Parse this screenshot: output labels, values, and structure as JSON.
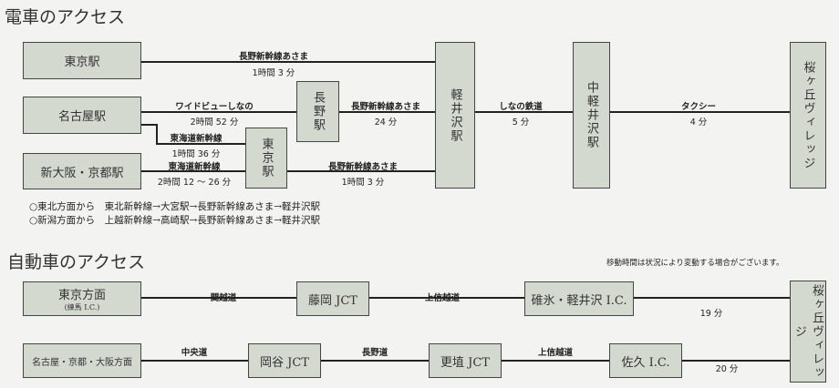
{
  "train": {
    "title": "電車のアクセス",
    "tokyo": "東京駅",
    "nagoya": "名古屋駅",
    "osaka": "新大阪・京都駅",
    "nagano": "長野駅",
    "tokyo2": "東京駅",
    "karuizawa": "軽井沢駅",
    "nakakaruizawa": "中軽井沢駅",
    "sakura": "桜ヶ丘ヴィレッジ",
    "r1_line": "長野新幹線あさま",
    "r1_time": "1時間 3 分",
    "r2_line": "ワイドビューしなの",
    "r2_time": "2時間 52 分",
    "r2b_line": "長野新幹線あさま",
    "r2b_time": "24 分",
    "br_line": "東海道新幹線",
    "br_time": "1時間 36 分",
    "r3_line": "東海道新幹線",
    "r3_time": "2時間 12 〜 26 分",
    "r3b_line": "長野新幹線あさま",
    "r3b_time": "1時間 3 分",
    "s_line": "しなの鉄道",
    "s_time": "5 分",
    "t_line": "タクシー",
    "t_time": "4 分",
    "notes": [
      "○東北方面から　東北新幹線→大宮駅→長野新幹線あさま→軽井沢駅",
      "○新潟方面から　上越新幹線→高崎駅→長野新幹線あさま→軽井沢駅"
    ]
  },
  "car": {
    "title": "自動車のアクセス",
    "notice": "移動時間は状況により変動する場合がございます。",
    "tokyo": "東京方面",
    "tokyo_sub": "(練馬 I.C.)",
    "fujioka": "藤岡 JCT",
    "usui": "碓氷・軽井沢 I.C.",
    "nagoya": "名古屋・京都・大阪方面",
    "okaya": "岡谷 JCT",
    "koshoku": "更埴 JCT",
    "saku": "佐久 I.C.",
    "sakura": "桜ヶ丘ヴィレッジ",
    "kanetsu": "関越道",
    "joshinetsu1": "上信越道",
    "time1": "19 分",
    "chuo": "中央道",
    "nagano": "長野道",
    "joshinetsu2": "上信越道",
    "time2": "20 分"
  }
}
